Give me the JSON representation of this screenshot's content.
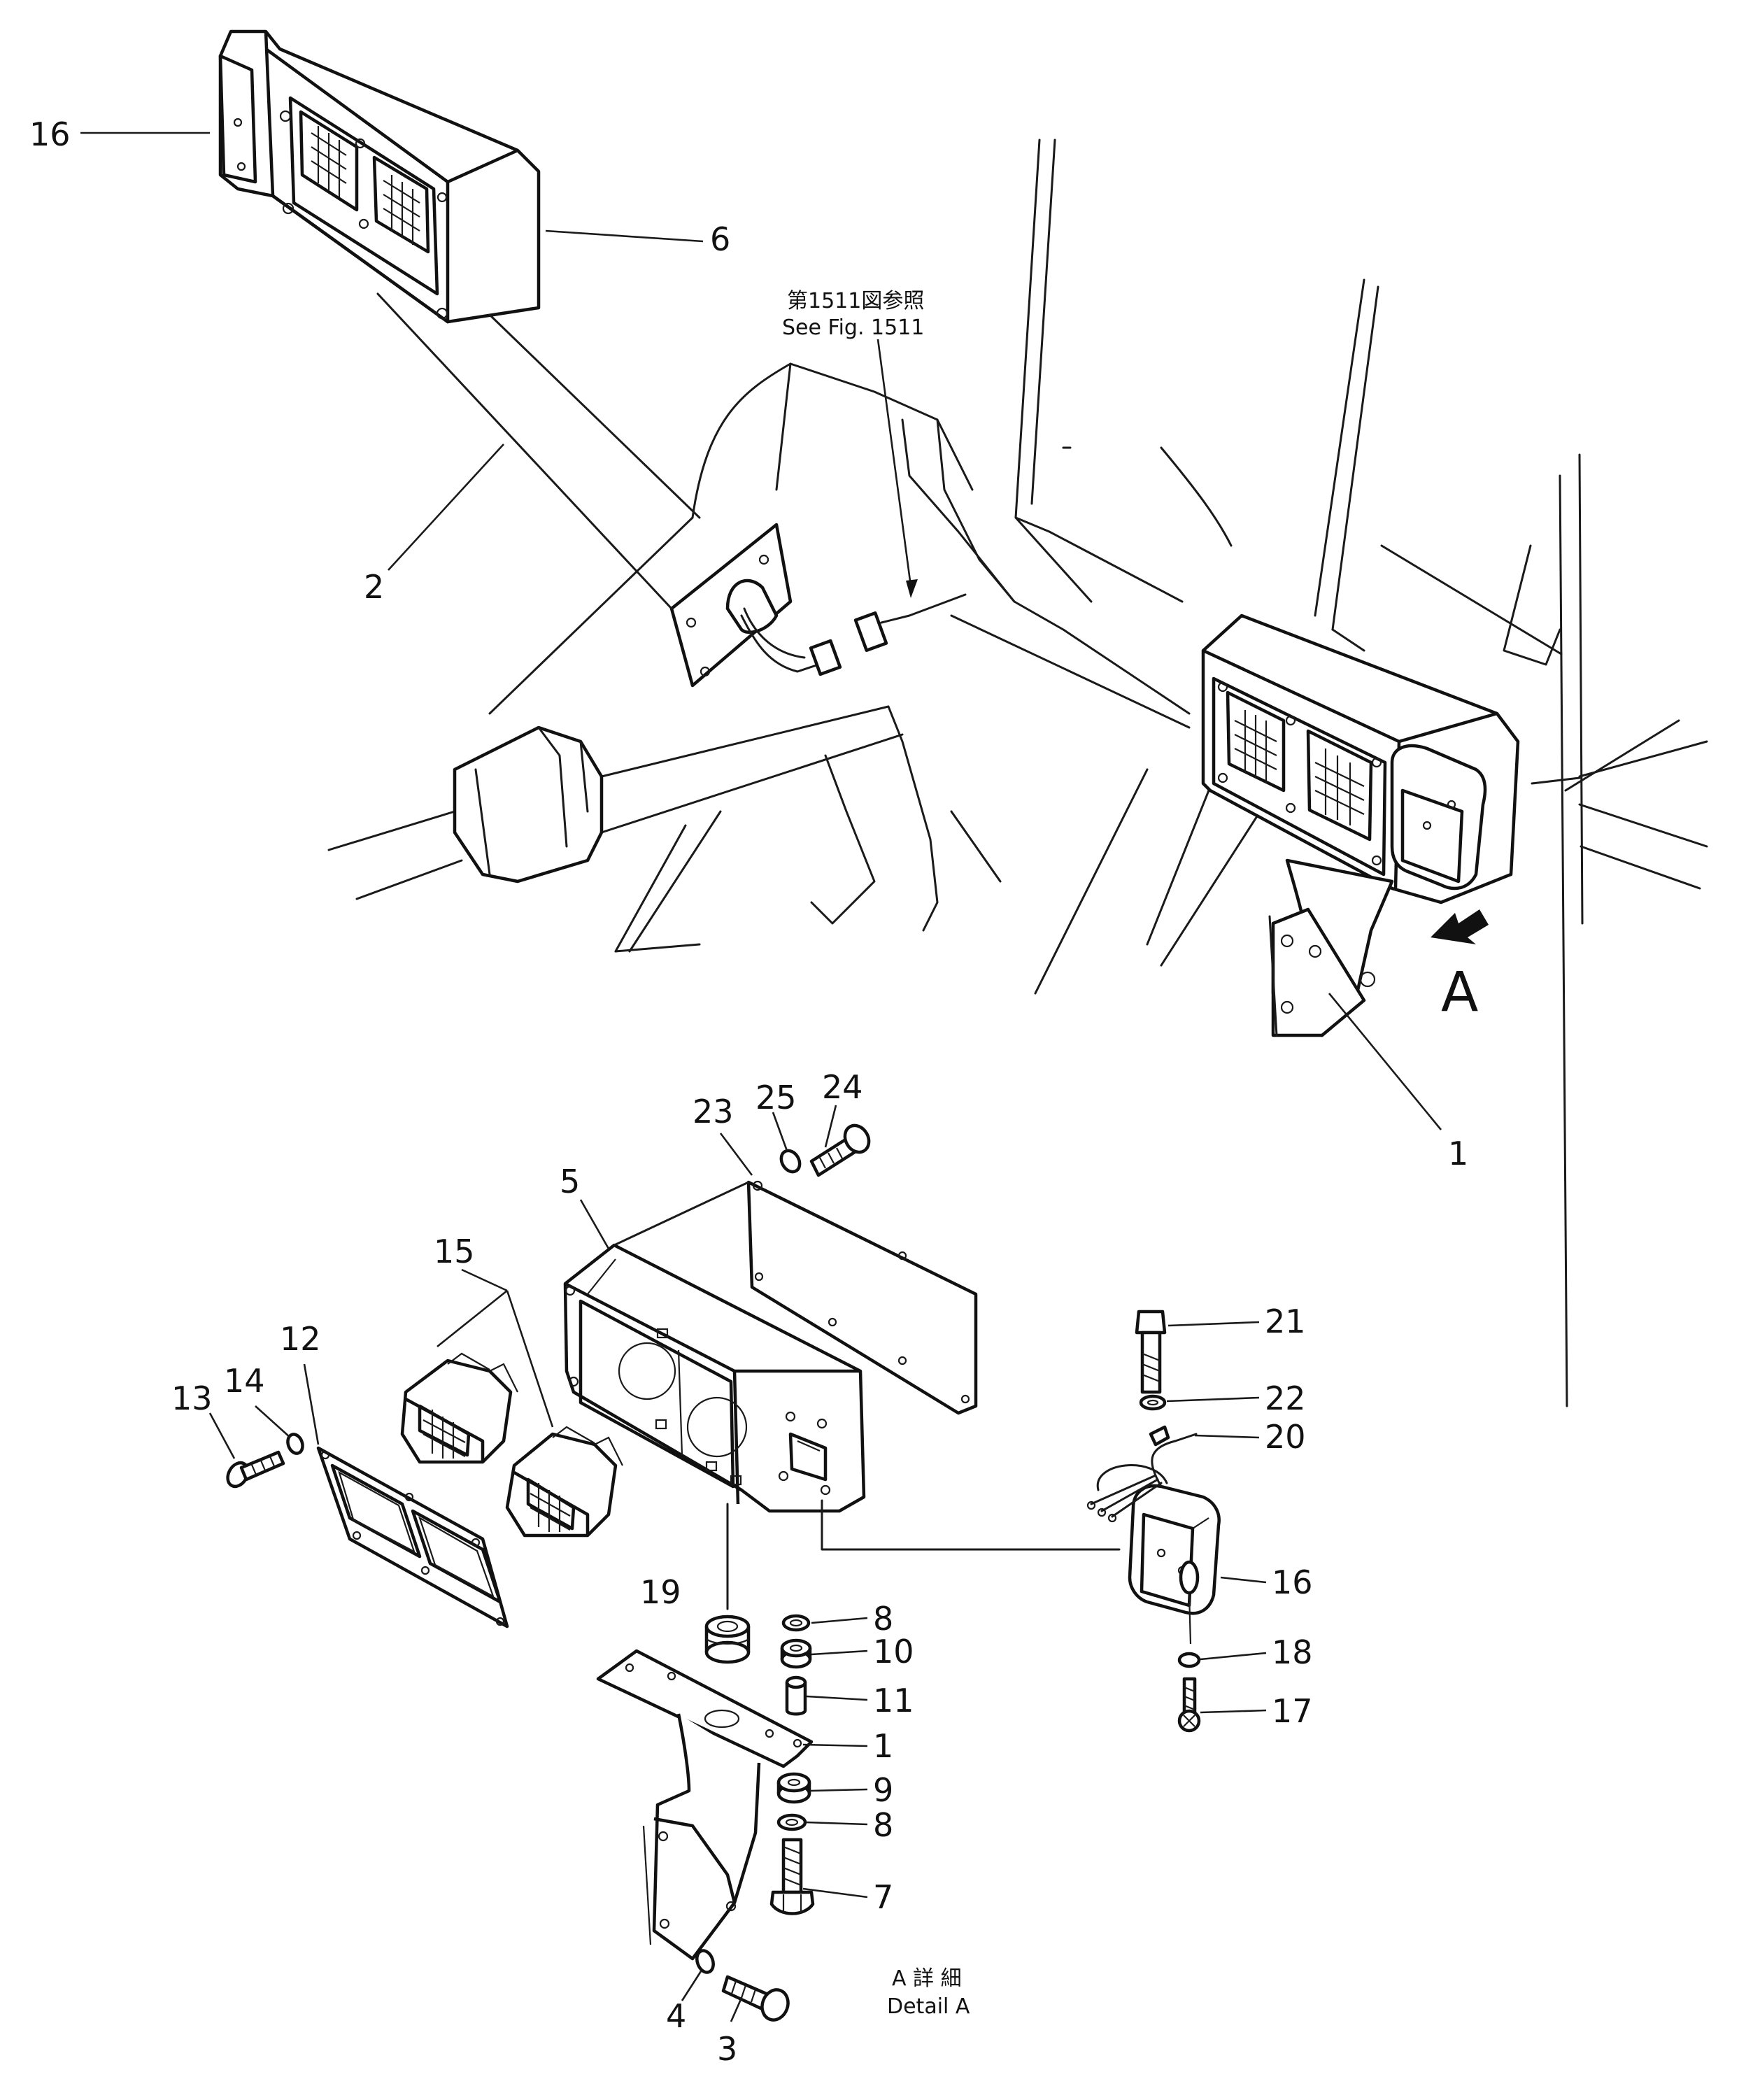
{
  "figure_ref": {
    "jp": "第1511図参照",
    "en": "See Fig. 1511"
  },
  "view_marker": "A",
  "detail": {
    "jp": "A 詳 細",
    "en": "Detail A"
  },
  "callouts": {
    "c16_top": "16",
    "c6": "6",
    "c2": "2",
    "c1_top": "1",
    "c24": "24",
    "c25": "25",
    "c23": "23",
    "c5": "5",
    "c15": "15",
    "c12": "12",
    "c14": "14",
    "c13": "13",
    "c21": "21",
    "c22": "22",
    "c20": "20",
    "c16": "16",
    "c18": "18",
    "c17": "17",
    "c19": "19",
    "c8_top": "8",
    "c10": "10",
    "c11": "11",
    "c1": "1",
    "c9": "9",
    "c8_bottom": "8",
    "c7": "7",
    "c4": "4",
    "c3": "3"
  }
}
